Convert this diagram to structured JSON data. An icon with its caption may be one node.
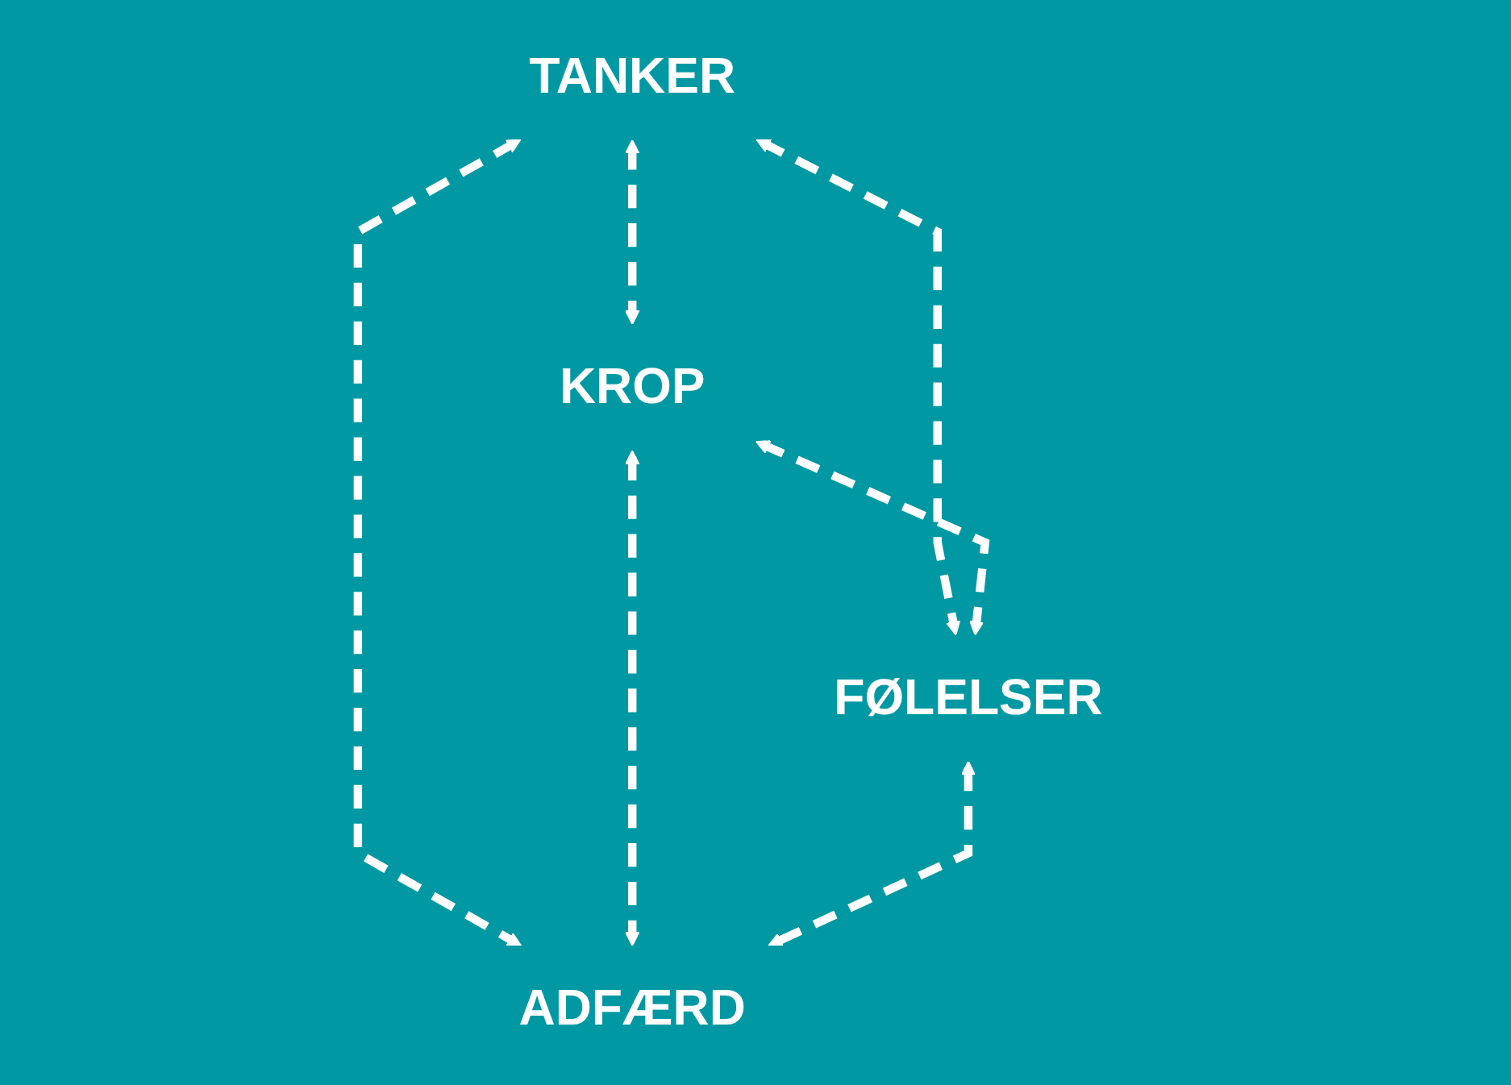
{
  "diagram": {
    "nodes": [
      {
        "text": [
          "TANKER"
        ]
      },
      {
        "text": [
          "KROP"
        ]
      },
      {
        "text": [
          "FØLELSER"
        ]
      },
      {
        "text": [
          "ADFÆRD"
        ]
      }
    ],
    "edges": [
      {
        "from": 0,
        "to": 1,
        "arrow": "both",
        "style": "dashed"
      },
      {
        "from": 0,
        "to": 2,
        "arrow": "both",
        "style": "dashed"
      },
      {
        "from": 0,
        "to": 3,
        "arrow": "both",
        "style": "dashed"
      },
      {
        "from": 1,
        "to": 2,
        "arrow": "both",
        "style": "dashed"
      },
      {
        "from": 1,
        "to": 3,
        "arrow": "both",
        "style": "dashed"
      },
      {
        "from": 2,
        "to": 3,
        "arrow": "both",
        "style": "dashed"
      }
    ]
  }
}
